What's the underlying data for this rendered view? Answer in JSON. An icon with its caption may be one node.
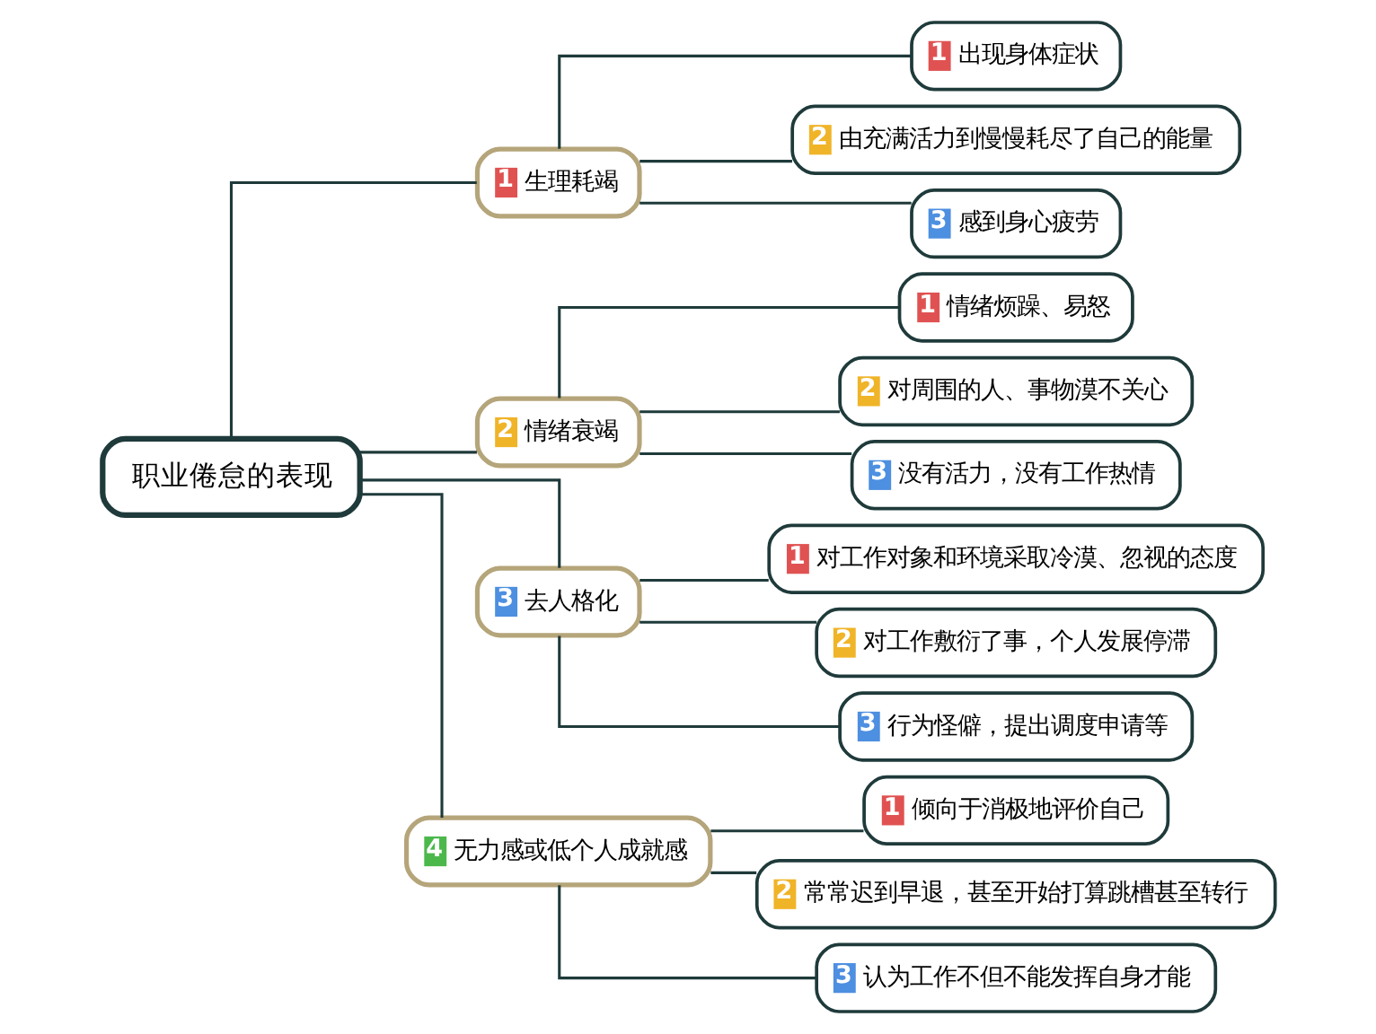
{
  "diagram": {
    "nodes": [
      {
        "text": [
          "职业倦怠的表现"
        ]
      },
      {
        "text": [
          "1",
          "生理耗竭"
        ]
      },
      {
        "text": [
          "1",
          "出现身体症状"
        ]
      },
      {
        "text": [
          "2",
          "由充满活力到慢慢耗尽了自己的能量"
        ]
      },
      {
        "text": [
          "3",
          "感到身心疲劳"
        ]
      },
      {
        "text": [
          "2",
          "情绪衰竭"
        ]
      },
      {
        "text": [
          "1",
          "情绪烦躁、易怒"
        ]
      },
      {
        "text": [
          "2",
          "对周围的人、事物漠不关心"
        ]
      },
      {
        "text": [
          "3",
          "没有活力，没有工作热情"
        ]
      },
      {
        "text": [
          "3",
          "去人格化"
        ]
      },
      {
        "text": [
          "1",
          "对工作对象和环境采取冷漠、忽视的态度"
        ]
      },
      {
        "text": [
          "2",
          "对工作敷衍了事，个人发展停滞"
        ]
      },
      {
        "text": [
          "3",
          "行为怪僻，提出调度申请等"
        ]
      },
      {
        "text": [
          "4",
          "无力感或低个人成就感"
        ]
      },
      {
        "text": [
          "1",
          "倾向于消极地评价自己"
        ]
      },
      {
        "text": [
          "2",
          "常常迟到早退，甚至开始打算跳槽甚至转行"
        ]
      },
      {
        "text": [
          "3",
          "认为工作不但不能发挥自身才能"
        ]
      }
    ],
    "edges": [
      {
        "from": 0,
        "to": 1,
        "arrow": "none"
      },
      {
        "from": 1,
        "to": 2,
        "arrow": "none"
      },
      {
        "from": 1,
        "to": 3,
        "arrow": "none"
      },
      {
        "from": 1,
        "to": 4,
        "arrow": "none"
      },
      {
        "from": 0,
        "to": 5,
        "arrow": "none"
      },
      {
        "from": 5,
        "to": 6,
        "arrow": "none"
      },
      {
        "from": 5,
        "to": 7,
        "arrow": "none"
      },
      {
        "from": 5,
        "to": 8,
        "arrow": "none"
      },
      {
        "from": 0,
        "to": 9,
        "arrow": "none"
      },
      {
        "from": 9,
        "to": 10,
        "arrow": "none"
      },
      {
        "from": 9,
        "to": 11,
        "arrow": "none"
      },
      {
        "from": 9,
        "to": 12,
        "arrow": "none"
      },
      {
        "from": 0,
        "to": 13,
        "arrow": "none"
      },
      {
        "from": 13,
        "to": 14,
        "arrow": "none"
      },
      {
        "from": 13,
        "to": 15,
        "arrow": "none"
      },
      {
        "from": 13,
        "to": 16,
        "arrow": "none"
      }
    ]
  }
}
